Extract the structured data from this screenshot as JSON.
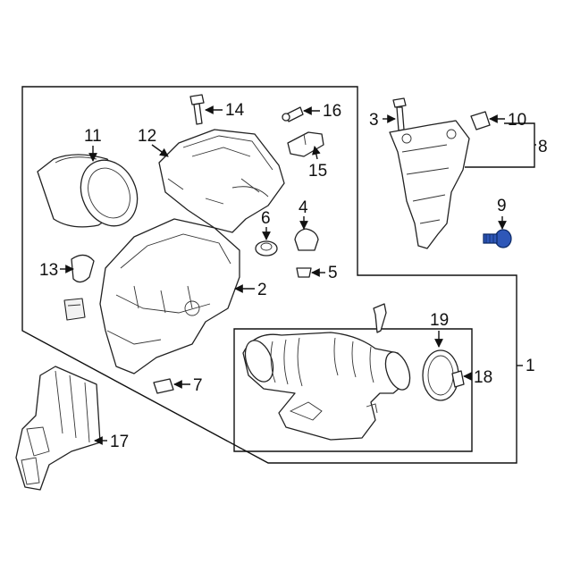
{
  "callouts": {
    "c1": "1",
    "c2": "2",
    "c3": "3",
    "c4": "4",
    "c5": "5",
    "c6": "6",
    "c7": "7",
    "c8": "8",
    "c9": "9",
    "c10": "10",
    "c11": "11",
    "c12": "12",
    "c13": "13",
    "c14": "14",
    "c15": "15",
    "c16": "16",
    "c17": "17",
    "c18": "18",
    "c19": "19"
  },
  "colors": {
    "highlight_part": "#2e57b8",
    "line": "#111111"
  }
}
